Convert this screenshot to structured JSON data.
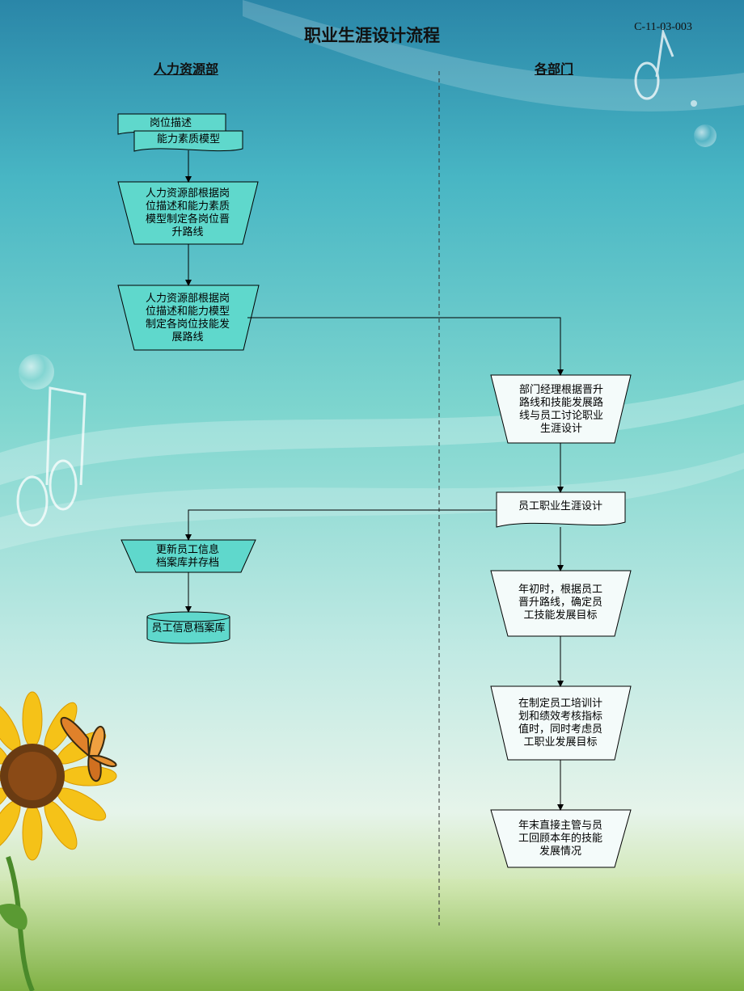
{
  "page": {
    "title": "职业生涯设计流程",
    "code": "C-11-03-003"
  },
  "lanes": {
    "left": "人力资源部",
    "right": "各部门"
  },
  "nodes": {
    "doc_position": "岗位描述",
    "doc_competency": "能力素质模型",
    "hr_promotion_path": "人力资源部根据岗位描述和能力素质模型制定各岗位晋升路线",
    "hr_skill_path": "人力资源部根据岗位描述和能力模型制定各岗位技能发展路线",
    "dept_discuss": "部门经理根据晋升路线和技能发展路线与员工讨论职业生涯设计",
    "employee_career_design": "员工职业生涯设计",
    "update_archive": "更新员工信息档案库并存档",
    "archive_db": "员工信息档案库",
    "year_start": "年初时，根据员工晋升路线，确定员工技能发展目标",
    "plan_targets": "在制定员工培训计划和绩效考核指标值时，同时考虑员工职业发展目标",
    "year_end_review": "年末直接主管与员工回顾本年的技能发展情况"
  },
  "colors": {
    "teal_fill": "#5fd8cc",
    "light_fill": "#f4fbfa",
    "line": "#000000"
  }
}
